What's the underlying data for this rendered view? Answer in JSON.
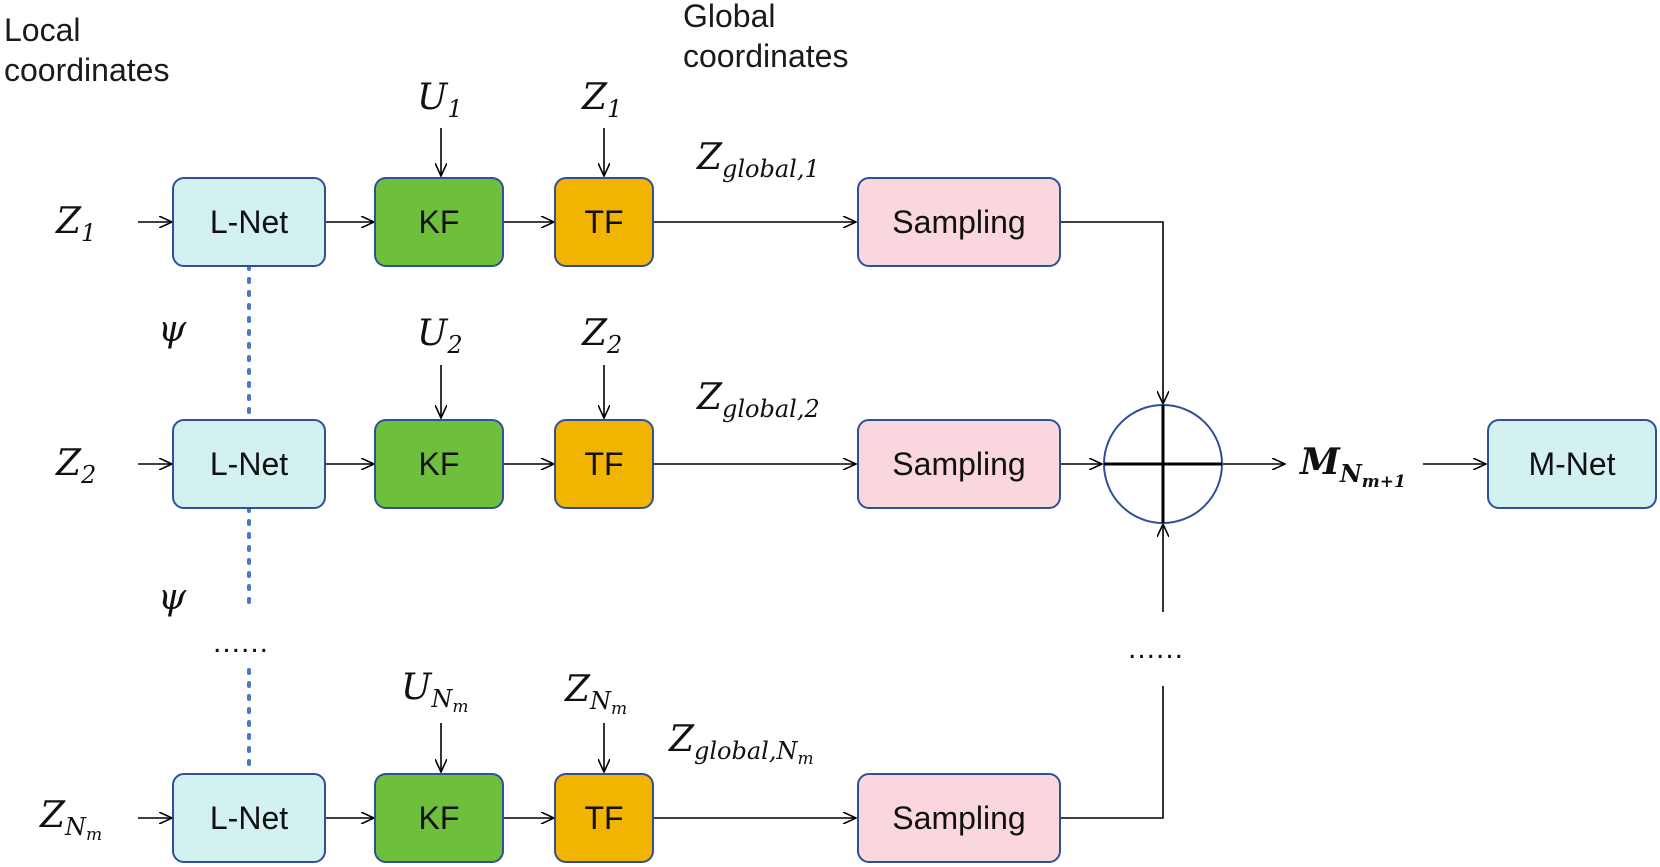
{
  "headings": {
    "local": [
      "Local",
      "coordinates"
    ],
    "global": [
      "Global",
      "coordinates"
    ]
  },
  "boxes": {
    "lnet": "L-Net",
    "kf": "KF",
    "tf": "TF",
    "sampling": "Sampling",
    "mnet": "M-Net"
  },
  "rows": [
    {
      "input": {
        "base": "Z",
        "sub": "1",
        "subsub": ""
      },
      "u": {
        "base": "U",
        "sub": "1",
        "subsub": ""
      },
      "z": {
        "base": "Z",
        "sub": "1",
        "subsub": ""
      },
      "global": {
        "base": "Z",
        "sub": "global,1",
        "subsub": ""
      }
    },
    {
      "input": {
        "base": "Z",
        "sub": "2",
        "subsub": ""
      },
      "u": {
        "base": "U",
        "sub": "2",
        "subsub": ""
      },
      "z": {
        "base": "Z",
        "sub": "2",
        "subsub": ""
      },
      "global": {
        "base": "Z",
        "sub": "global,2",
        "subsub": ""
      }
    },
    {
      "input": {
        "base": "Z",
        "sub": "N",
        "subsub": "m"
      },
      "u": {
        "base": "U",
        "sub": "N",
        "subsub": "m"
      },
      "z": {
        "base": "Z",
        "sub": "N",
        "subsub": "m"
      },
      "global": {
        "base": "Z",
        "sub": "global,N",
        "subsub": "m"
      }
    }
  ],
  "psi": "ψ",
  "ellipsis": "......",
  "output": {
    "base": "M",
    "sub": "N",
    "subsub": "m+1"
  },
  "colors": {
    "lnet_fill": "#d3f1f1",
    "kf_fill": "#6ebf3c",
    "tf_fill": "#f1b400",
    "sampling_fill": "#f9d7dc",
    "mnet_fill": "#d3f1f1",
    "border": "#2f4f9a",
    "dotted": "#4a78c8"
  }
}
